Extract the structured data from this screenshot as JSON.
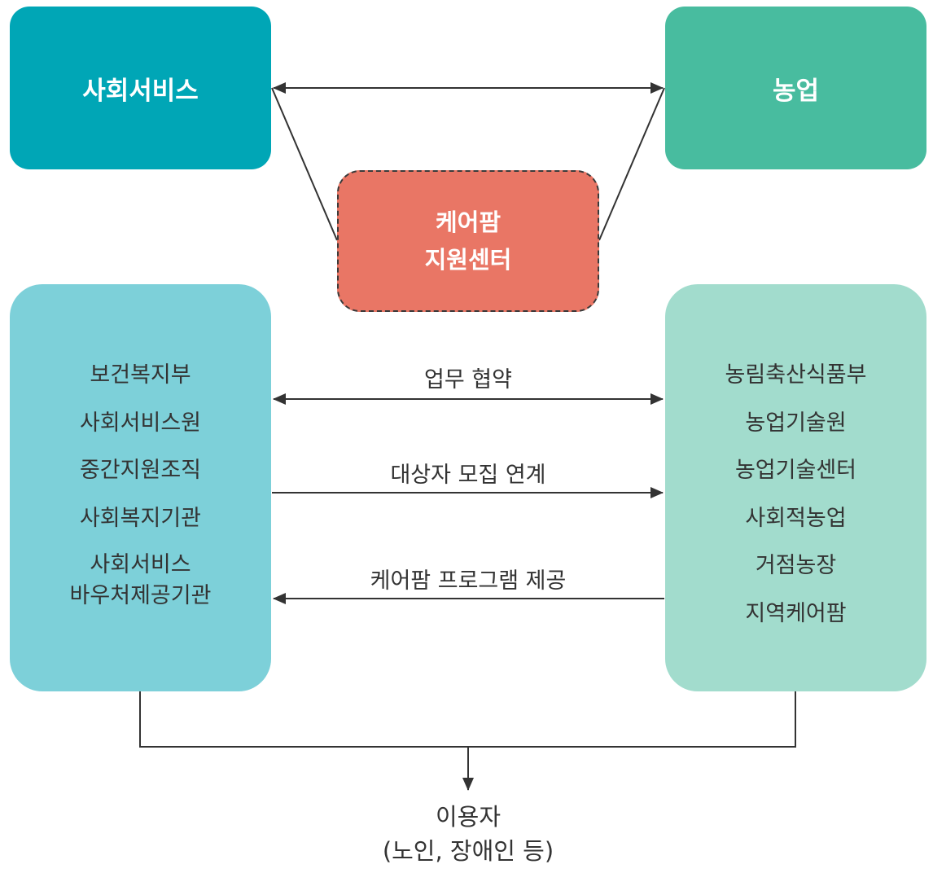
{
  "top_left": {
    "label": "사회서비스",
    "color": "#00A6B6"
  },
  "top_right": {
    "label": "농업",
    "color": "#48BC9F"
  },
  "center": {
    "line1": "케어팜",
    "line2": "지원센터",
    "color": "#E97665"
  },
  "left_list": {
    "color": "#7DD0D9",
    "items": [
      "보건복지부",
      "사회서비스원",
      "중간지원조직",
      "사회복지기관"
    ],
    "last_line1": "사회서비스",
    "last_line2": "바우처제공기관"
  },
  "right_list": {
    "color": "#A2DCCD",
    "items": [
      "농림축산식품부",
      "농업기술원",
      "농업기술센터",
      "사회적농업",
      "거점농장",
      "지역케어팜"
    ]
  },
  "arrows": {
    "agreement": "업무 협약",
    "recruit": "대상자 모집 연계",
    "program": "케어팜 프로그램 제공"
  },
  "user": {
    "line1": "이용자",
    "line2": "(노인, 장애인 등)"
  }
}
